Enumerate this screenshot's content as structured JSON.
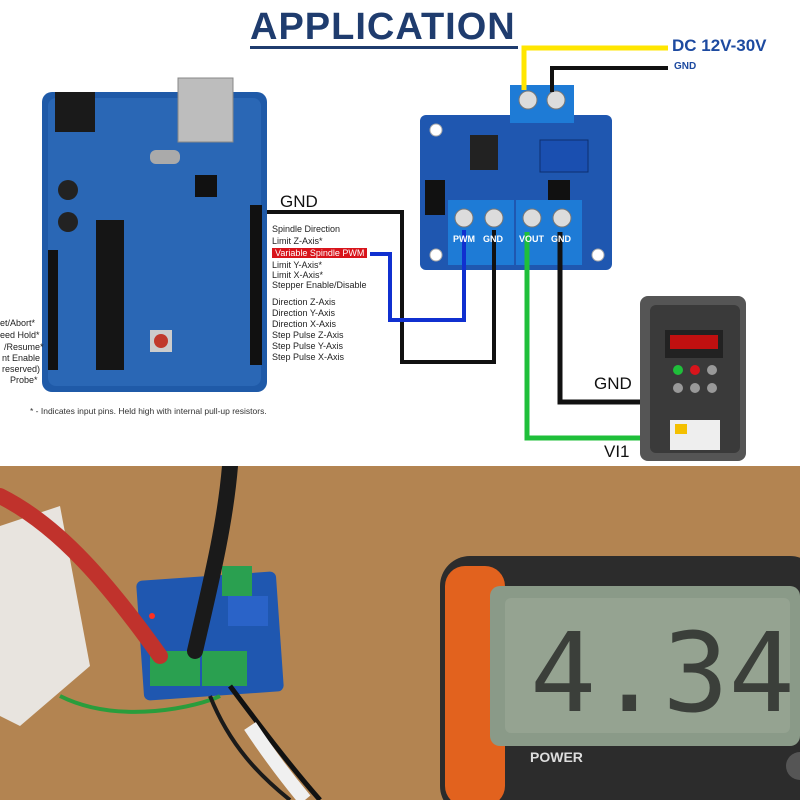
{
  "title": "APPLICATION",
  "power": {
    "dc_label": "DC 12V-30V",
    "gnd_label": "GND"
  },
  "wires": {
    "gnd_arduino_label": "GND",
    "gnd_vfd_label": "GND",
    "vi1_label": "VI1"
  },
  "module_terminals": [
    "PWM",
    "GND",
    "VOUT",
    "GND"
  ],
  "arduino_pins": [
    "Spindle Direction",
    "Limit Z-Axis*",
    "Variable Spindle PWM",
    "Limit Y-Axis*",
    "Limit X-Axis*",
    "Stepper Enable/Disable",
    "Direction Z-Axis",
    "Direction Y-Axis",
    "Direction X-Axis",
    "Step Pulse Z-Axis",
    "Step Pulse Y-Axis",
    "Step Pulse X-Axis"
  ],
  "left_pins": [
    "et/Abort*",
    "eed Hold*",
    "/Resume*",
    "nt Enable",
    "reserved)",
    "Probe*"
  ],
  "footnote": "* - Indicates input pins. Held high with internal pull-up resistors.",
  "multimeter": {
    "reading": "4.34",
    "power_label": "POWER"
  },
  "colors": {
    "title": "#1f3c6e",
    "dc_label": "#1d4aa0",
    "wire_yellow": "#ffe600",
    "wire_blue": "#1030d0",
    "wire_green": "#1fbf3a",
    "wire_black": "#111111",
    "pwm_highlight": "#d8141b"
  }
}
